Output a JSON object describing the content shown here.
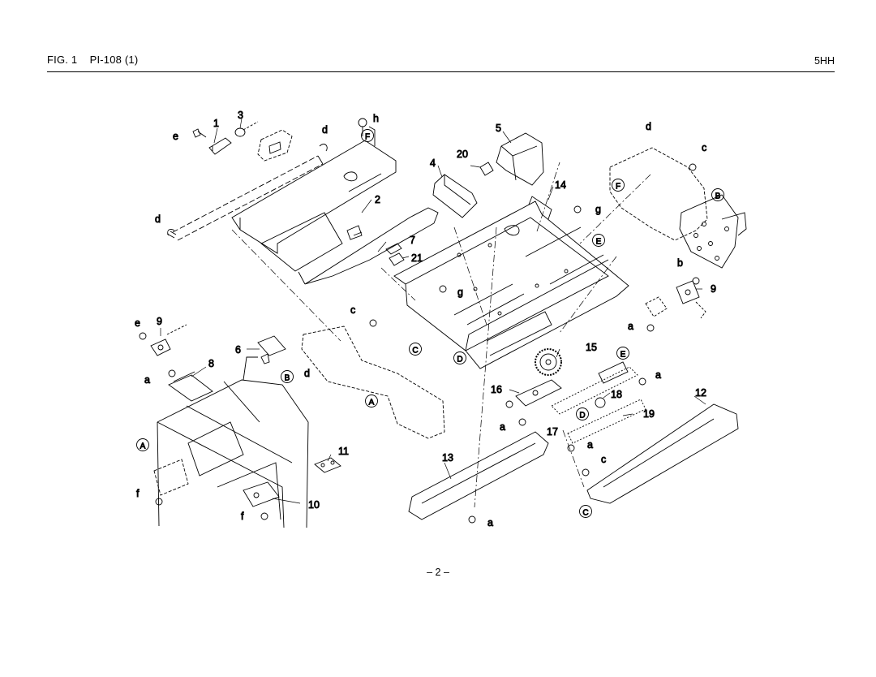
{
  "header": {
    "figure_label": "FIG. 1",
    "model_name": "PI-108 (1)",
    "model_code": "5HH"
  },
  "callouts": {
    "n1": "1",
    "n2": "2",
    "n3": "3",
    "n4": "4",
    "n5": "5",
    "n6": "6",
    "n7": "7",
    "n8": "8",
    "n9a": "9",
    "n9b": "9",
    "n10": "10",
    "n11": "11",
    "n12": "12",
    "n13": "13",
    "n14": "14",
    "n15": "15",
    "n16": "16",
    "n17": "17",
    "n18": "18",
    "n19": "19",
    "n20": "20",
    "n21": "21"
  },
  "screw_labels": {
    "a1": "a",
    "a2": "a",
    "a3": "a",
    "a4": "a",
    "a5": "a",
    "a6": "a",
    "b1": "b",
    "c1": "c",
    "c2": "c",
    "c3": "c",
    "d1": "d",
    "d2": "d",
    "d3": "d",
    "d4": "d",
    "e1": "e",
    "e2": "e",
    "f1": "f",
    "f2": "f",
    "g1": "g",
    "g2": "g",
    "h1": "h"
  },
  "connectors": {
    "A1": "A",
    "A2": "A",
    "B1": "B",
    "B2": "B",
    "C1": "C",
    "C2": "C",
    "D1": "D",
    "D2": "D",
    "E1": "E",
    "E2": "E",
    "F1": "F",
    "F2": "F"
  },
  "footer": {
    "page_number": "– 2 –"
  }
}
